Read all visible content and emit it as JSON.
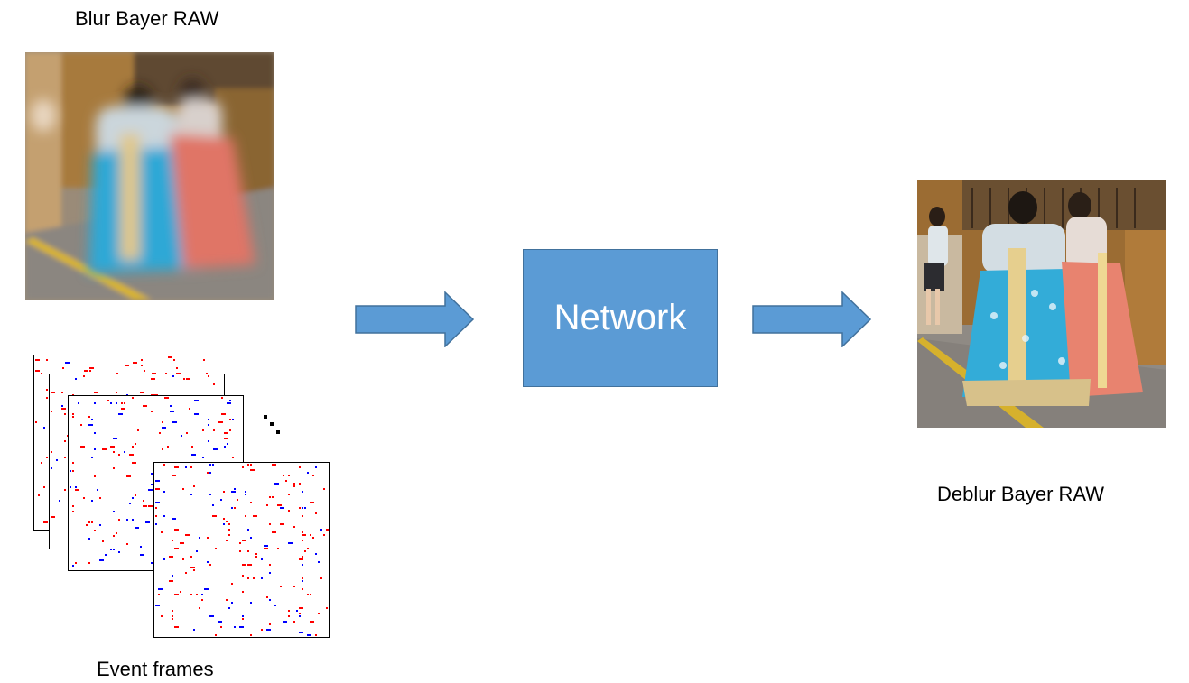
{
  "labels": {
    "blur_input": "Blur Bayer RAW",
    "event_input": "Event frames",
    "network": "Network",
    "output": "Deblur Bayer RAW"
  },
  "colors": {
    "network_fill": "#5b9bd5",
    "network_stroke": "#41719c",
    "arrow_fill": "#5b9bd5",
    "event_positive": "#ff0000",
    "event_negative": "#0000ff"
  },
  "event_frames": {
    "count_shown": 4,
    "continuation": "ellipsis"
  }
}
